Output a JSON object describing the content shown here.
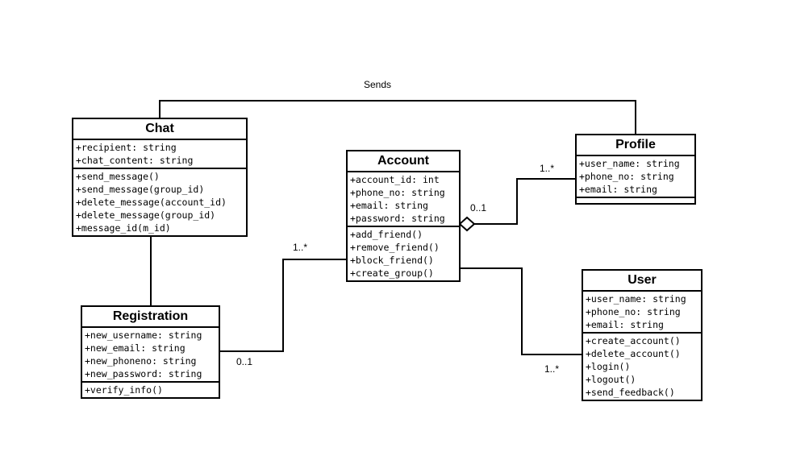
{
  "classes": {
    "chat": {
      "name": "Chat",
      "attributes": [
        "+recipient: string",
        "+chat_content: string"
      ],
      "methods": [
        "+send_message()",
        "+send_message(group_id)",
        "+delete_message(account_id)",
        "+delete_message(group_id)",
        "+message_id(m_id)"
      ]
    },
    "account": {
      "name": "Account",
      "attributes": [
        "+account_id: int",
        "+phone_no: string",
        "+email: string",
        "+password: string"
      ],
      "methods": [
        "+add_friend()",
        "+remove_friend()",
        "+block_friend()",
        "+create_group()"
      ]
    },
    "profile": {
      "name": "Profile",
      "attributes": [
        "+user_name: string",
        "+phone_no: string",
        "+email: string"
      ],
      "methods": []
    },
    "registration": {
      "name": "Registration",
      "attributes": [
        "+new_username: string",
        "+new_email: string",
        "+new_phoneno: string",
        "+new_password: string"
      ],
      "methods": [
        "+verify_info()"
      ]
    },
    "user": {
      "name": "User",
      "attributes": [
        "+user_name: string",
        "+phone_no: string",
        "+email: string"
      ],
      "methods": [
        "+create_account()",
        "+delete_account()",
        "+login()",
        "+logout()",
        "+send_feedback()"
      ]
    }
  },
  "labels": {
    "sends": "Sends",
    "profile_account_profile_end": "1..*",
    "profile_account_account_end": "0..1",
    "registration_account_account_end": "1..*",
    "registration_account_registration_end": "0..1",
    "user_account_user_end": "1..*"
  }
}
